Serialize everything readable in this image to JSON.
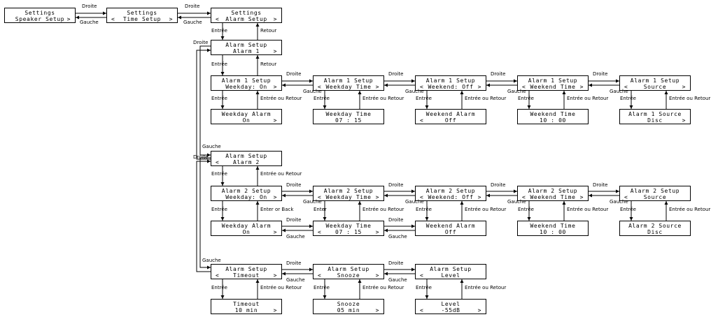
{
  "edges": {
    "right": "Droite",
    "left": "Gauche",
    "enter": "Entrée",
    "back": "Retour",
    "enter_or_back": "Entrée ou Retour",
    "enter_or_back_en": "Enter or Back",
    "enter_en": "Enter"
  },
  "screens": {
    "speaker": {
      "t": "Settings",
      "b": "Speaker Setup"
    },
    "time": {
      "t": "Settings",
      "b": "Time Setup"
    },
    "alarm": {
      "t": "Settings",
      "b": "Alarm Setup"
    },
    "a1": {
      "t": "Alarm Setup",
      "b": "Alarm 1"
    },
    "a1_wd": {
      "t": "Alarm 1 Setup",
      "b": "Weekday: On"
    },
    "a1_wdt": {
      "t": "Alarm 1 Setup",
      "b": "Weekday Time"
    },
    "a1_we": {
      "t": "Alarm 1 Setup",
      "b": "Weekend: Off"
    },
    "a1_wet": {
      "t": "Alarm 1 Setup",
      "b": "Weekend Time"
    },
    "a1_src": {
      "t": "Alarm 1 Setup",
      "b": "Source"
    },
    "a1_wd_val": {
      "t": "Weekday Alarm",
      "b": "On"
    },
    "a1_wdt_val": {
      "t": "Weekday Time",
      "b": "07 : 15"
    },
    "a1_we_val": {
      "t": "Weekend Alarm",
      "b": "Off"
    },
    "a1_wet_val": {
      "t": "Weekend Time",
      "b": "10 : 00"
    },
    "a1_src_val": {
      "t": "Alarm 1 Source",
      "b": "Disc"
    },
    "a2": {
      "t": "Alarm Setup",
      "b": "Alarm 2"
    },
    "a2_wd": {
      "t": "Alarm 2 Setup",
      "b": "Weekday: On"
    },
    "a2_wdt": {
      "t": "Alarm 2 Setup",
      "b": "Weekday Time"
    },
    "a2_we": {
      "t": "Alarm 2 Setup",
      "b": "Weekend: Off"
    },
    "a2_wet": {
      "t": "Alarm 2 Setup",
      "b": "Weekend Time"
    },
    "a2_src": {
      "t": "Alarm 2 Setup",
      "b": "Source"
    },
    "a2_wd_val": {
      "t": "Weekday Alarm",
      "b": "On"
    },
    "a2_wdt_val": {
      "t": "Weekday Time",
      "b": "07 : 15"
    },
    "a2_we_val": {
      "t": "Weekend Alarm",
      "b": "Off"
    },
    "a2_wet_val": {
      "t": "Weekend Time",
      "b": "10 : 00"
    },
    "a2_src_val": {
      "t": "Alarm 2 Source",
      "b": "Disc"
    },
    "timeout": {
      "t": "Alarm Setup",
      "b": "Timeout"
    },
    "snooze": {
      "t": "Alarm Setup",
      "b": "Snooze"
    },
    "level": {
      "t": "Alarm Setup",
      "b": "Level"
    },
    "timeout_val": {
      "t": "Timeout",
      "b": "10 min"
    },
    "snooze_val": {
      "t": "Snooze",
      "b": "05 min"
    },
    "level_val": {
      "t": "Level",
      "b": "-55dB"
    }
  },
  "arrows": {
    "left": "<",
    "right": ">"
  }
}
